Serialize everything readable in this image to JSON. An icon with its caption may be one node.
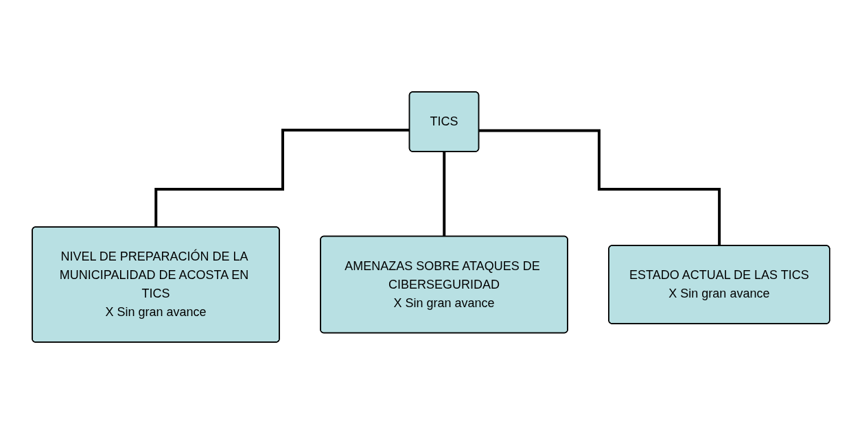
{
  "diagram": {
    "nodes": [
      {
        "text": [
          "TICS"
        ]
      },
      {
        "text": [
          "NIVEL DE PREPARACIÓN DE LA MUNICIPALIDAD DE ACOSTA EN TICS",
          "X Sin gran avance"
        ]
      },
      {
        "text": [
          "AMENAZAS SOBRE ATAQUES DE CIBERSEGURIDAD",
          "X Sin gran avance"
        ]
      },
      {
        "text": [
          "ESTADO ACTUAL DE LAS TICS",
          "X Sin gran avance"
        ]
      }
    ],
    "edges": [
      {
        "from": 0,
        "to": 1,
        "arrow": "none"
      },
      {
        "from": 0,
        "to": 2,
        "arrow": "none"
      },
      {
        "from": 0,
        "to": 3,
        "arrow": "none"
      }
    ]
  }
}
